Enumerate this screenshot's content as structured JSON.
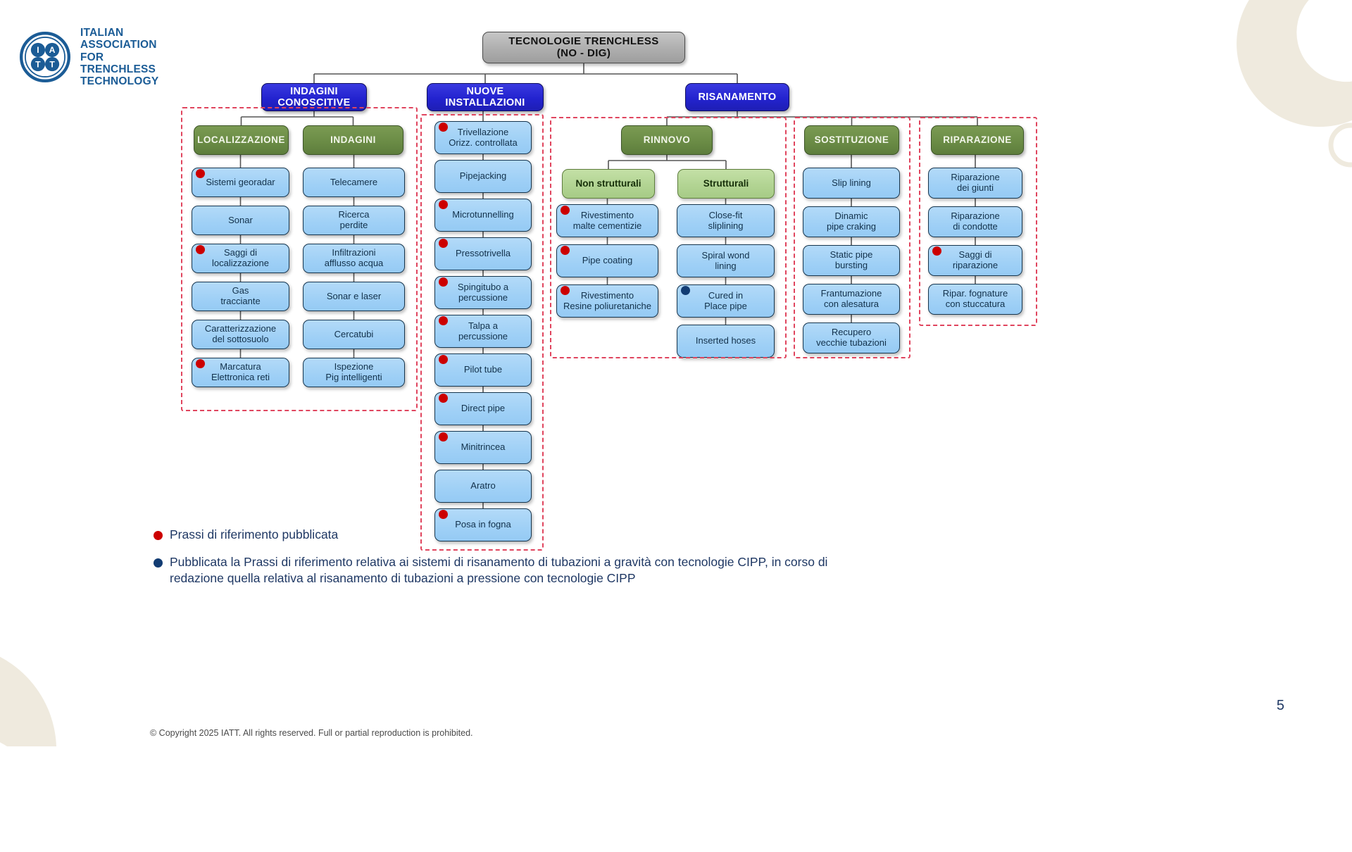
{
  "logo": {
    "icon": "iatt-circle-logo",
    "letters": [
      "I",
      "A",
      "T",
      "T"
    ],
    "line1": "ITALIAN",
    "line2": "ASSOCIATION",
    "line3": "FOR",
    "line4": "TRENCHLESS",
    "line5": "TECHNOLOGY",
    "color": "#1b5c96"
  },
  "colors": {
    "root": "#aeaeae",
    "category": "#2323cf",
    "group": "#6b8c46",
    "subgroup": "#b2d493",
    "leaf": "#9fd0f6",
    "dot_published": "#cc0000",
    "dot_cipp": "#123c73",
    "dashed_border": "#e0455e"
  },
  "diagram": {
    "type": "tree",
    "root": {
      "id": "root",
      "label": "TECNOLOGIE TRENCHLESS\n(NO - DIG)"
    },
    "categories": [
      {
        "id": "indagini-conoscitive",
        "label": "INDAGINI\nCONOSCITIVE"
      },
      {
        "id": "nuove-installazioni",
        "label": "NUOVE\nINSTALLAZIONI"
      },
      {
        "id": "risanamento",
        "label": "RISANAMENTO"
      }
    ],
    "groups": [
      {
        "id": "localizzazione",
        "label": "LOCALIZZAZIONE",
        "parent": "indagini-conoscitive"
      },
      {
        "id": "indagini",
        "label": "INDAGINI",
        "parent": "indagini-conoscitive"
      },
      {
        "id": "rinnovo",
        "label": "RINNOVO",
        "parent": "risanamento"
      },
      {
        "id": "sostituzione",
        "label": "SOSTITUZIONE",
        "parent": "risanamento"
      },
      {
        "id": "riparazione",
        "label": "RIPARAZIONE",
        "parent": "risanamento"
      }
    ],
    "subgroups": [
      {
        "id": "non-strutturali",
        "label": "Non strutturali",
        "parent": "rinnovo"
      },
      {
        "id": "strutturali",
        "label": "Strutturali",
        "parent": "rinnovo"
      }
    ],
    "columns": {
      "localizzazione": [
        {
          "label": "Sistemi georadar",
          "dot": "red"
        },
        {
          "label": "Sonar",
          "dot": "none"
        },
        {
          "label": "Saggi di\nlocalizzazione",
          "dot": "red"
        },
        {
          "label": "Gas\ntracciante",
          "dot": "none"
        },
        {
          "label": "Caratterizzazione\ndel sottosuolo",
          "dot": "none"
        },
        {
          "label": "Marcatura\nElettronica reti",
          "dot": "red"
        }
      ],
      "indagini": [
        {
          "label": "Telecamere",
          "dot": "none"
        },
        {
          "label": "Ricerca\nperdite",
          "dot": "none"
        },
        {
          "label": "Infiltrazioni\nafflusso acqua",
          "dot": "none"
        },
        {
          "label": "Sonar e laser",
          "dot": "none"
        },
        {
          "label": "Cercatubi",
          "dot": "none"
        },
        {
          "label": "Ispezione\nPig intelligenti",
          "dot": "none"
        }
      ],
      "nuove_installazioni": [
        {
          "label": "Trivellazione\nOrizz. controllata",
          "dot": "red"
        },
        {
          "label": "Pipejacking",
          "dot": "none"
        },
        {
          "label": "Microtunnelling",
          "dot": "red"
        },
        {
          "label": "Pressotrivella",
          "dot": "red"
        },
        {
          "label": "Spingitubo a\npercussione",
          "dot": "red"
        },
        {
          "label": "Talpa a\npercussione",
          "dot": "red"
        },
        {
          "label": "Pilot tube",
          "dot": "red"
        },
        {
          "label": "Direct pipe",
          "dot": "red"
        },
        {
          "label": "Minitrincea",
          "dot": "red"
        },
        {
          "label": "Aratro",
          "dot": "none"
        },
        {
          "label": "Posa in fogna",
          "dot": "red"
        }
      ],
      "non_strutturali": [
        {
          "label": "Rivestimento\nmalte cementizie",
          "dot": "red"
        },
        {
          "label": "Pipe coating",
          "dot": "red"
        },
        {
          "label": "Rivestimento\nResine poliuretaniche",
          "dot": "red"
        }
      ],
      "strutturali": [
        {
          "label": "Close-fit\nsliplining",
          "dot": "none"
        },
        {
          "label": "Spiral wond\nlining",
          "dot": "none"
        },
        {
          "label": "Cured in\nPlace pipe",
          "dot": "blue"
        },
        {
          "label": "Inserted hoses",
          "dot": "none"
        }
      ],
      "sostituzione": [
        {
          "label": "Slip lining",
          "dot": "none"
        },
        {
          "label": "Dinamic\npipe craking",
          "dot": "none"
        },
        {
          "label": "Static pipe\nbursting",
          "dot": "none"
        },
        {
          "label": "Frantumazione\ncon alesatura",
          "dot": "none"
        },
        {
          "label": "Recupero\nvecchie tubazioni",
          "dot": "none"
        }
      ],
      "riparazione": [
        {
          "label": "Riparazione\ndei giunti",
          "dot": "none"
        },
        {
          "label": "Riparazione\ndi condotte",
          "dot": "none"
        },
        {
          "label": "Saggi di\nriparazione",
          "dot": "red"
        },
        {
          "label": "Ripar. fognature\ncon stuccatura",
          "dot": "none"
        }
      ]
    }
  },
  "legend": {
    "items": [
      {
        "dot": "red",
        "text": "Prassi di riferimento pubblicata"
      },
      {
        "dot": "blue",
        "text": "Pubblicata la Prassi di riferimento relativa ai sistemi di risanamento di tubazioni a gravità con tecnologie  CIPP, in corso di\nredazione quella relativa al risanamento di tubazioni a pressione con tecnologie CIPP"
      }
    ]
  },
  "footer": {
    "page_number": "5",
    "copyright": "© Copyright 2025 IATT. All rights reserved. Full or partial reproduction is prohibited."
  }
}
